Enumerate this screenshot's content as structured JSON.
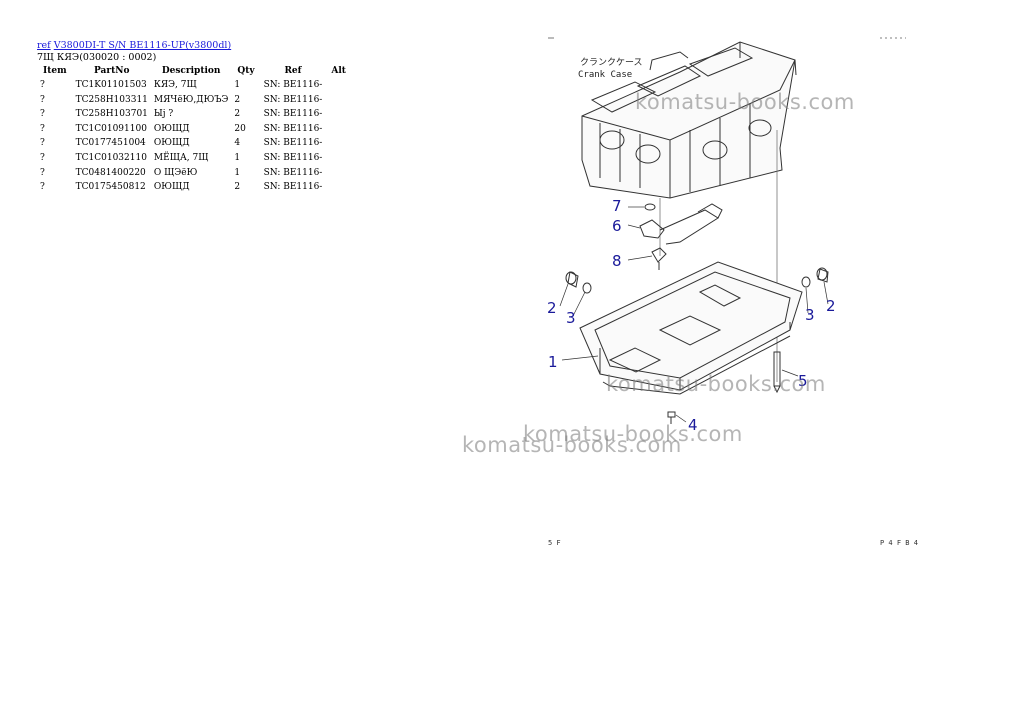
{
  "header": {
    "ref_link": "ref",
    "model_link": "V3800DI-T S/N BE1116-UP(v3800dl)"
  },
  "subtitle": "7Щ КЯЭ(030020 : 0002)",
  "table": {
    "columns": [
      "Item",
      "PartNo",
      "Description",
      "Qty",
      "Ref",
      "Alt"
    ],
    "rows": [
      {
        "item": "?",
        "part": "TC1K01101503",
        "desc": "КЯЭ, 7Щ",
        "qty": "1",
        "ref": "SN: BE1116-"
      },
      {
        "item": "?",
        "part": "TC258H103311",
        "desc": "МЯЧёЮ,ДЮЪЭ",
        "qty": "2",
        "ref": "SN: BE1116-"
      },
      {
        "item": "?",
        "part": "TC258H103701",
        "desc": "Ыj ?",
        "qty": "2",
        "ref": "SN: BE1116-"
      },
      {
        "item": "?",
        "part": "TC1C01091100",
        "desc": "ОЮЩД",
        "qty": "20",
        "ref": "SN: BE1116-"
      },
      {
        "item": "?",
        "part": "TC0177451004",
        "desc": "ОЮЩД",
        "qty": "4",
        "ref": "SN: BE1116-"
      },
      {
        "item": "?",
        "part": "TC1C01032110",
        "desc": "МЁЩА, 7Щ",
        "qty": "1",
        "ref": "SN: BE1116-"
      },
      {
        "item": "?",
        "part": "TC0481400220",
        "desc": "О ЩЭёЮ",
        "qty": "1",
        "ref": "SN: BE1116-"
      },
      {
        "item": "?",
        "part": "TC0175450812",
        "desc": "ОЮЩД",
        "qty": "2",
        "ref": "SN: BE1116-"
      }
    ]
  },
  "diagram": {
    "caption_jp": "クランクケース",
    "caption_en": "Crank Case",
    "callouts": [
      "7",
      "6",
      "8",
      "2",
      "3",
      "1",
      "3",
      "2",
      "5",
      "4"
    ],
    "corner_bl": "5 F",
    "corner_br": "P 4 F B 4"
  },
  "watermark": "komatsu-books.com"
}
